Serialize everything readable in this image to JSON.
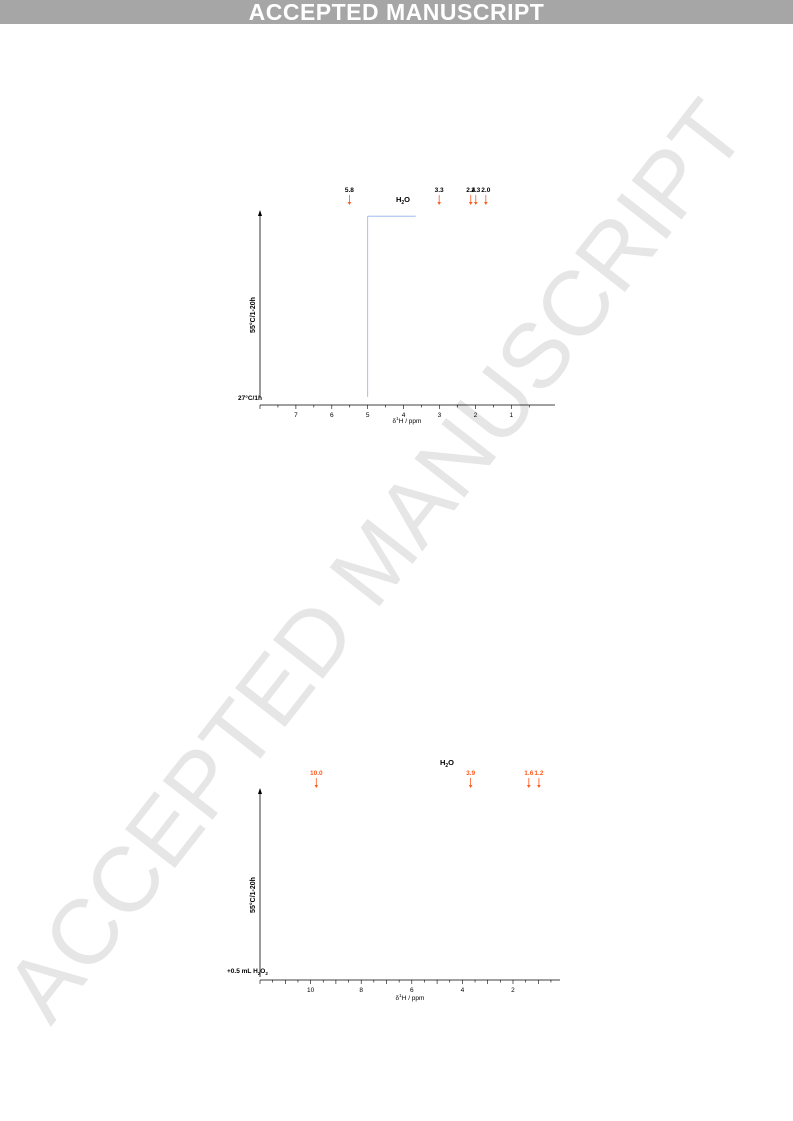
{
  "banner": {
    "text": "ACCEPTED MANUSCRIPT",
    "color": "#a6a6a6"
  },
  "watermark": {
    "text": "ACCEPTED MANUSCRIPT",
    "color": "#e6e6e6"
  },
  "colors": {
    "trace": "#000000",
    "annotation": "#ff5a1f",
    "water_marker": "#8fb0e8"
  },
  "figures": [
    {
      "id": "fig1",
      "xaxis": {
        "label_pre": "δ",
        "label_sup": "1",
        "label_post": "H / ppm",
        "range": [
          8,
          0.2
        ],
        "ticks": [
          7,
          6,
          5,
          4,
          3,
          2,
          1
        ]
      },
      "ylabel": "55°C/1-20h",
      "bottom_label": "27°C/1h",
      "water": {
        "label": "H",
        "sub": "2",
        "post": "O",
        "ppm": 5.0
      },
      "annotations": [
        {
          "text": "5.8",
          "ppm": 5.8,
          "color": "black"
        },
        {
          "text": "3.3",
          "ppm": 3.3,
          "color": "black"
        },
        {
          "text": "2.4",
          "ppm": 2.42,
          "color": "black"
        },
        {
          "text": "2.3",
          "ppm": 2.28,
          "color": "black"
        },
        {
          "text": "2.0",
          "ppm": 2.0,
          "color": "black"
        }
      ],
      "n_traces": 20
    },
    {
      "id": "fig2",
      "xaxis": {
        "label_pre": "δ",
        "label_sup": "1",
        "label_post": "H / ppm",
        "range": [
          12,
          0.3
        ],
        "ticks": [
          10,
          8,
          6,
          4,
          2
        ]
      },
      "ylabel": "55°C/1-20h",
      "bottom_label_pre": "+0.5 mL H",
      "bottom_label_sub": "2",
      "bottom_label_post": "O",
      "bottom_label_sub2": "2",
      "water": {
        "label": "H",
        "sub": "2",
        "post": "O",
        "ppm": 4.5
      },
      "annotations": [
        {
          "text": "10.0",
          "ppm": 10.0,
          "color": "orange"
        },
        {
          "text": "3.9",
          "ppm": 3.9,
          "color": "orange"
        },
        {
          "text": "1.6",
          "ppm": 1.6,
          "color": "orange"
        },
        {
          "text": "1.2",
          "ppm": 1.2,
          "color": "orange"
        }
      ],
      "n_traces": 20
    }
  ]
}
